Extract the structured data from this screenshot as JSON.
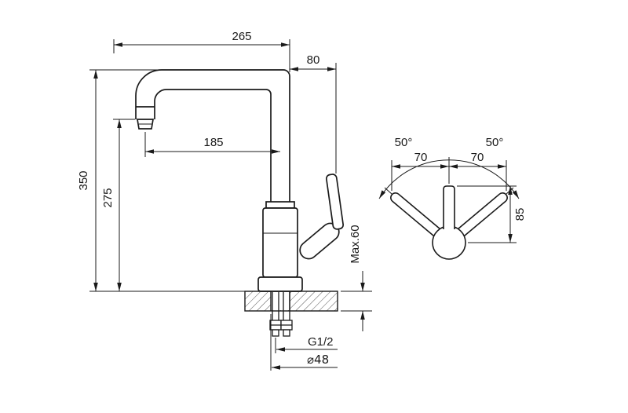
{
  "meta": {
    "background": "#ffffff",
    "line_color": "#1a1a1a"
  },
  "left_view": {
    "name": "faucet side elevation",
    "dims": {
      "width_total": "265",
      "width_handle": "80",
      "spout_reach": "185",
      "height_total": "350",
      "height_spout": "275",
      "deck_max": "Max.60",
      "thread": "G1/2",
      "hole_diameter": "⌀48"
    }
  },
  "right_view": {
    "name": "handle rotation diagram",
    "dims": {
      "angle_left": "50°",
      "angle_right": "50°",
      "offset_left": "70",
      "offset_right": "70",
      "handle_height": "85"
    }
  }
}
